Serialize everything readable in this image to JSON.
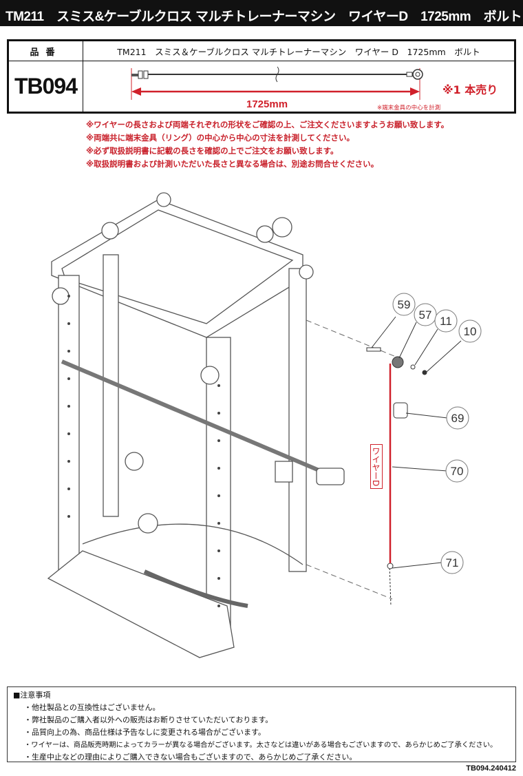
{
  "title": "TM211　スミス&ケーブルクロス マルチトレーナーマシン　ワイヤーD　1725mm　ボルト",
  "table": {
    "header_label": "品番",
    "header_name": "TM211　スミス＆ケーブルクロス マルチトレーナーマシン　ワイヤー D　1725mm　ボルト",
    "code": "TB094",
    "length": "1725mm",
    "single": "※1 本売り",
    "measure_note": "※端末金具の中心を計測"
  },
  "notes": [
    "※ワイヤーの長さおよび両端それぞれの形状をご確認の上、ご注文くださいますようお願い致します。",
    "※両端共に端末金具（リング）の中心から中心の寸法を計測してください。",
    "※必ず取扱説明書に記載の長さを確認の上でご注文をお願い致します。",
    "※取扱説明書および計測いただいた長さと異なる場合は、別途お問合せください。"
  ],
  "diagram": {
    "wire_label": "ワイヤーD",
    "parts": [
      "59",
      "57",
      "11",
      "10",
      "69",
      "70",
      "71"
    ]
  },
  "caution": {
    "heading": "■注意事項",
    "items": [
      "・他社製品との互換性はございません。",
      "・弊社製品のご購入者以外への販売はお断りさせていただいております。",
      "・品質向上の為、商品仕様は予告なしに変更される場合がございます。",
      "・ワイヤーは、商品販売時期によってカラーが異なる場合がございます。太さなどは違いがある場合もございますので、あらかじめご了承ください。",
      "・生産中止などの理由によりご購入できない場合もございますので、あらかじめご了承ください。"
    ]
  },
  "footer_code": "TB094.240412",
  "colors": {
    "accent_red": "#d0202a"
  }
}
